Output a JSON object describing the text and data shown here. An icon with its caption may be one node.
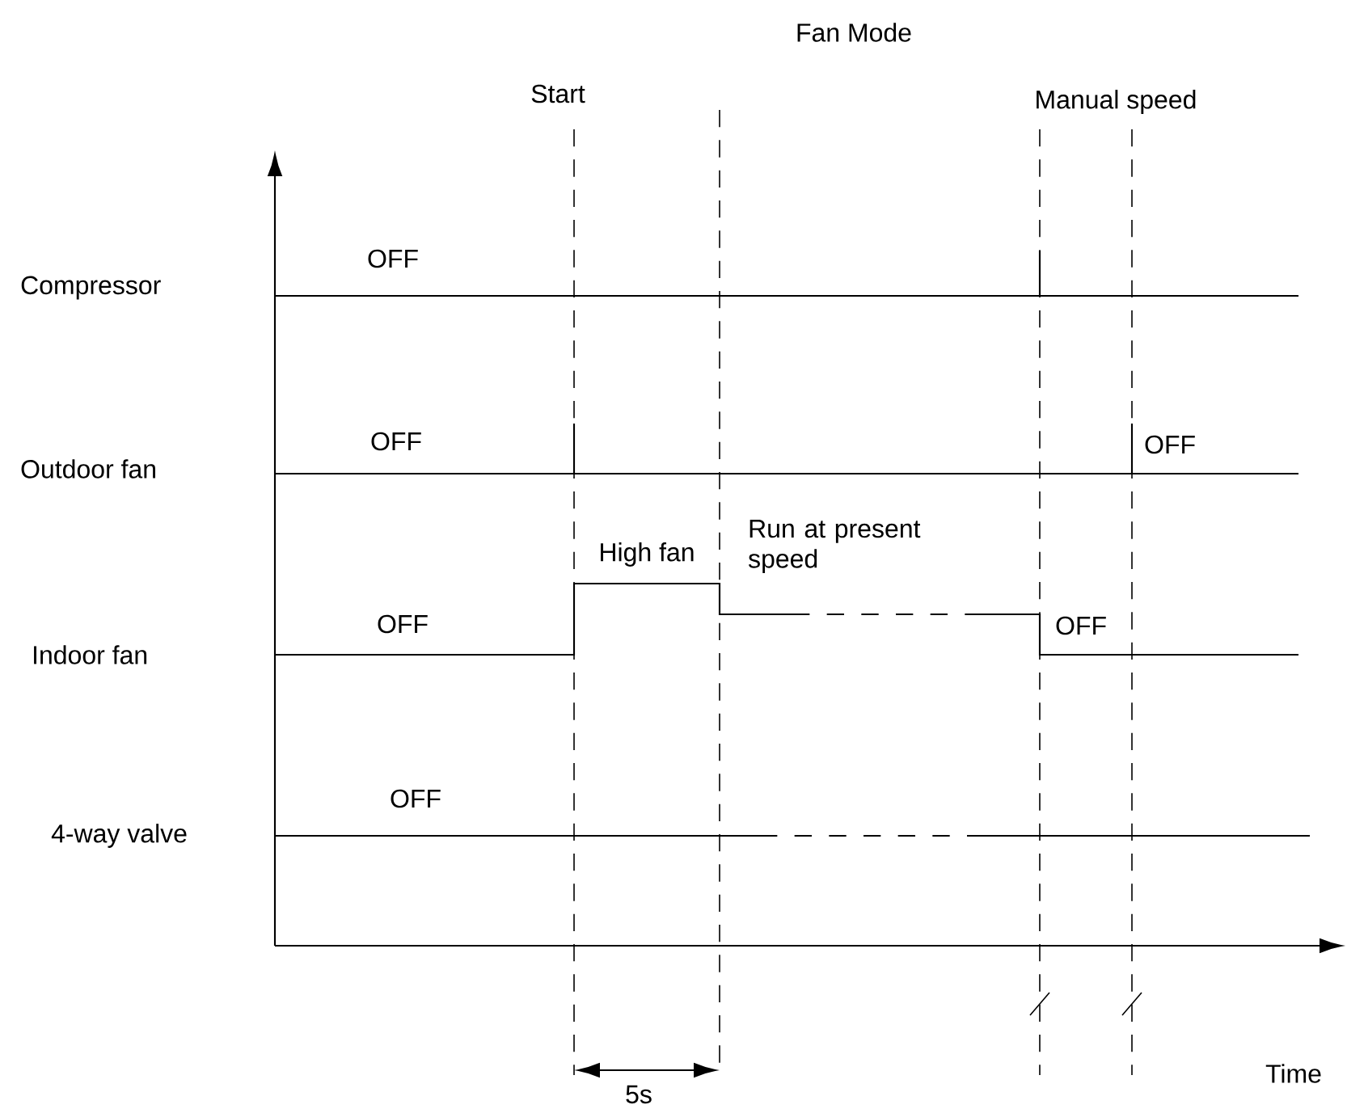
{
  "diagram": {
    "title": "Fan Mode",
    "labels": [
      "Start",
      "Manual speed",
      "OFF",
      "Compressor",
      "OFF",
      "OFF",
      "Outdoor fan",
      "Run at present speed",
      "High fan",
      "OFF",
      "OFF",
      "Indoor fan",
      "OFF",
      "4-way valve",
      "Time",
      "5s"
    ]
  }
}
